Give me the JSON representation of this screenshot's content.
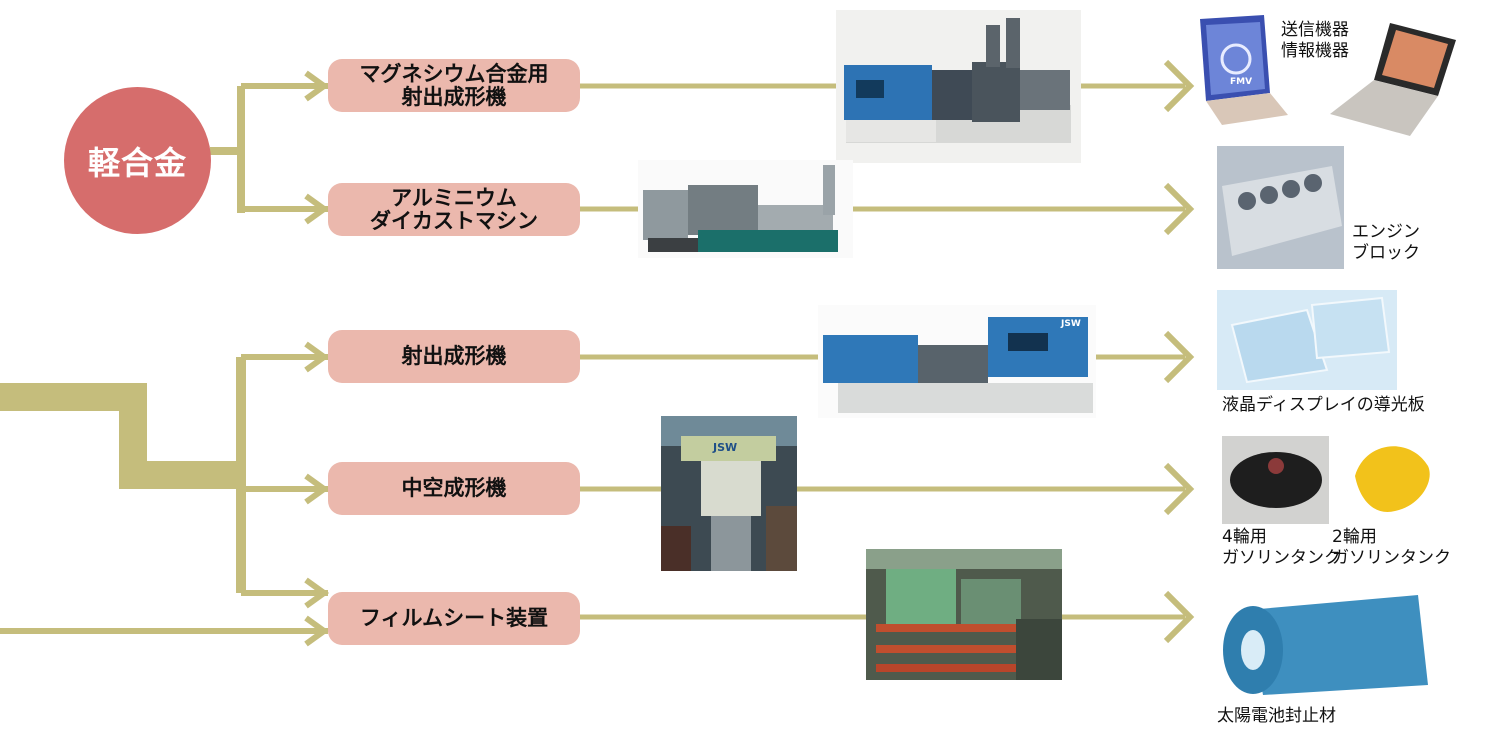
{
  "colors": {
    "connector": "#c5bd7c",
    "circle": "#d66d6c",
    "pill": "#ebb8ad",
    "text": "#111111"
  },
  "category": {
    "label": "軽合金"
  },
  "machines": [
    {
      "id": "magnesium",
      "line1": "マグネシウム合金用",
      "line2": "射出成形機"
    },
    {
      "id": "aluminium",
      "line1": "アルミニウム",
      "line2": "ダイカストマシン"
    },
    {
      "id": "injection",
      "line1": "射出成形機",
      "line2": ""
    },
    {
      "id": "hollow",
      "line1": "中空成形機",
      "line2": ""
    },
    {
      "id": "film",
      "line1": "フィルムシート装置",
      "line2": ""
    }
  ],
  "products": {
    "devices": {
      "line1": "送信機器",
      "line2": "情報機器"
    },
    "engine": {
      "line1": "エンジン",
      "line2": "ブロック"
    },
    "lcd": {
      "line1": "液晶ディスプレイの導光板"
    },
    "tank4": {
      "line1": "4輪用",
      "line2": "ガソリンタンク"
    },
    "tank2": {
      "line1": "2輪用",
      "line2": "ガソリンタンク"
    },
    "solar": {
      "line1": "太陽電池封止材"
    }
  },
  "logos": {
    "laptop": "FMV",
    "maker": "JSW"
  }
}
